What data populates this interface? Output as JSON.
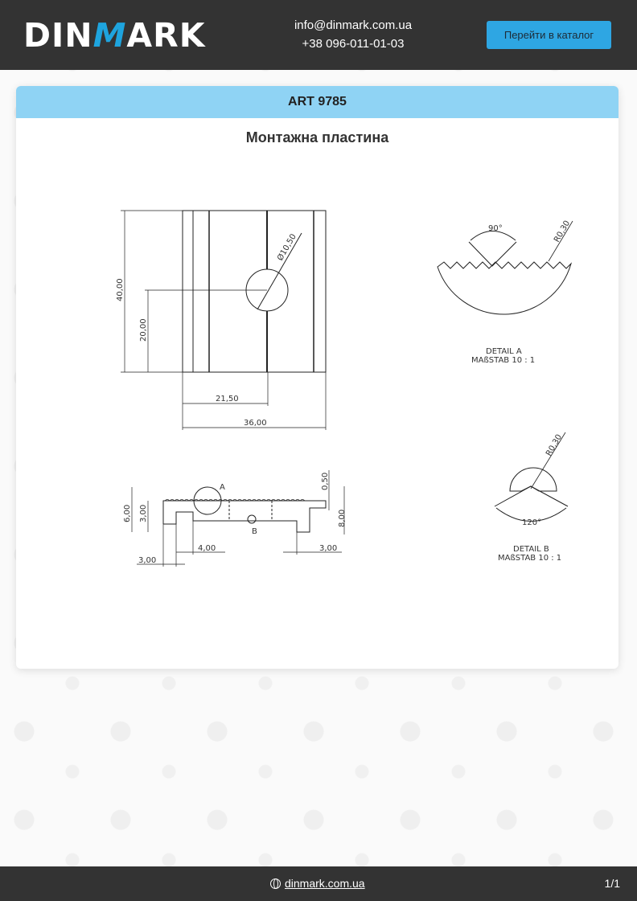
{
  "header": {
    "logo": {
      "text_before": "DIN",
      "text_accent": "M",
      "text_after": "ARK"
    },
    "email": "info@dinmark.com.ua",
    "phone": "+38 096-011-01-03",
    "catalog_button": "Перейти в каталог"
  },
  "colors": {
    "header_bg": "#333333",
    "accent": "#2ea6e3",
    "card_header": "#8fd3f4"
  },
  "card": {
    "art": "ART 9785",
    "title": "Монтажна пластина"
  },
  "drawing": {
    "main_view": {
      "height": "40,00",
      "hole_height": "20,00",
      "hole_diameter": "Ø10,50",
      "hole_offset": "21,50",
      "width": "36,00"
    },
    "side_view": {
      "total_thickness": "6,00",
      "step": "3,00",
      "offset_4": "4,00",
      "offset_3_left": "3,00",
      "offset_3_right": "3,00",
      "thin": "0,50",
      "right_height": "8,00",
      "label_a": "A",
      "label_b": "B"
    },
    "detail_a": {
      "angle": "90°",
      "radius": "R0,30",
      "title": "DETAIL A",
      "scale": "MAßSTAB 10 : 1"
    },
    "detail_b": {
      "angle": "120°",
      "radius": "R0,30",
      "title": "DETAIL B",
      "scale": "MAßSTAB 10 : 1"
    }
  },
  "footer": {
    "site": "dinmark.com.ua",
    "page": "1/1",
    "icon": "globe-icon"
  }
}
